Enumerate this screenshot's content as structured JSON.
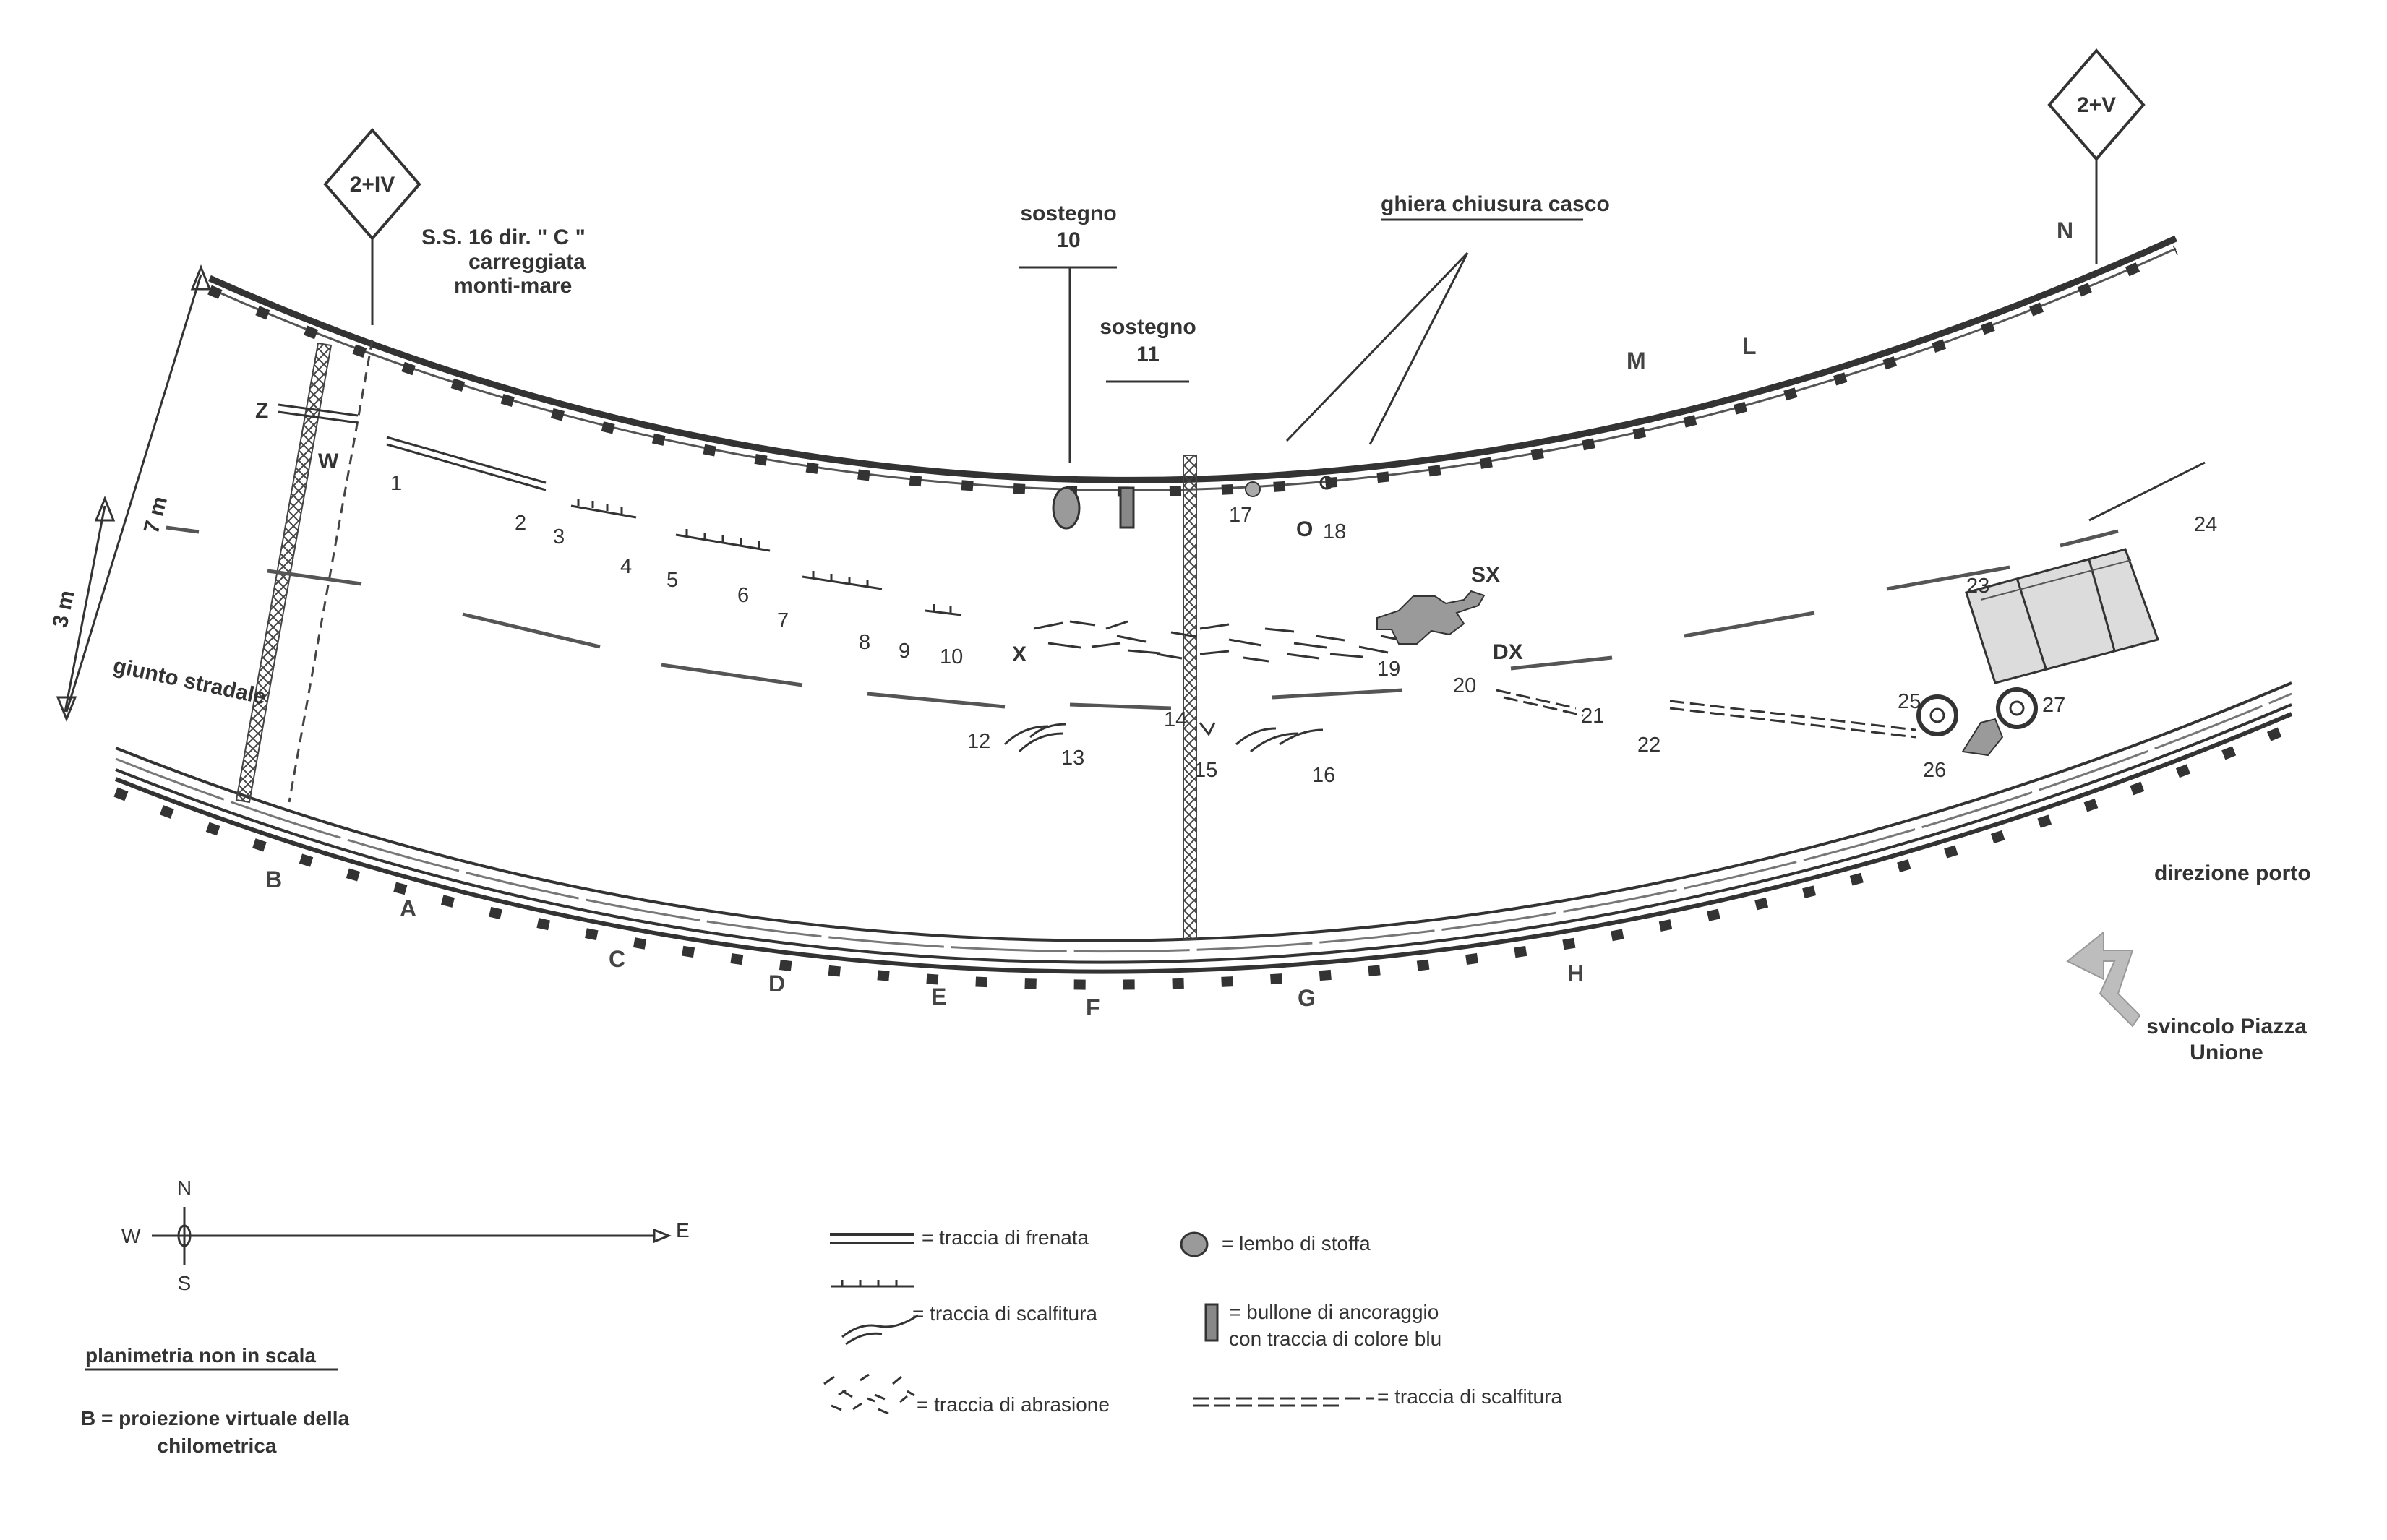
{
  "labels": {
    "road_name": [
      "S.S. 16 dir. \" C \"",
      "carreggiata",
      "monti-mare"
    ],
    "km_left": "2+IV",
    "km_right": "2+V",
    "support_10": [
      "sostegno",
      "10"
    ],
    "support_11": [
      "sostegno",
      "11"
    ],
    "helmet_ring": "ghiera chiusura casco",
    "road_joint": "giunto stradale",
    "width_7m": "7 m",
    "width_3m": "3 m",
    "direction_port": "direzione porto",
    "junction": [
      "svincolo Piazza",
      "Unione"
    ],
    "side_sx": "SX",
    "side_dx": "DX",
    "point_x": "X",
    "point_w": "W",
    "point_z": "Z",
    "point_o": "O"
  },
  "top_letters": [
    "M",
    "L",
    "N"
  ],
  "bottom_letters": [
    "B",
    "A",
    "C",
    "D",
    "E",
    "F",
    "G",
    "H"
  ],
  "marks": [
    "1",
    "2",
    "3",
    "4",
    "5",
    "6",
    "7",
    "8",
    "9",
    "10",
    "12",
    "13",
    "14",
    "15",
    "16",
    "17",
    "18",
    "19",
    "20",
    "21",
    "22",
    "23",
    "24",
    "25",
    "26",
    "27"
  ],
  "compass": {
    "n": "N",
    "s": "S",
    "w": "W",
    "e": "E"
  },
  "legend": {
    "braking": "= traccia di frenata",
    "scratch1": "= traccia di scalfitura",
    "abrasion": "= traccia di abrasione",
    "fabric": "= lembo di stoffa",
    "bolt": [
      "= bullone di ancoraggio",
      "con traccia di colore blu"
    ],
    "scratch2": "= traccia di scalfitura"
  },
  "footnotes": {
    "not_to_scale": "planimetria non in scala",
    "projection": [
      "B = proiezione virtuale della",
      "chilometrica"
    ]
  },
  "colors": {
    "ink": "#333333",
    "fill_gray": "#9a9a9a",
    "car_fill": "#dcdcdc"
  }
}
